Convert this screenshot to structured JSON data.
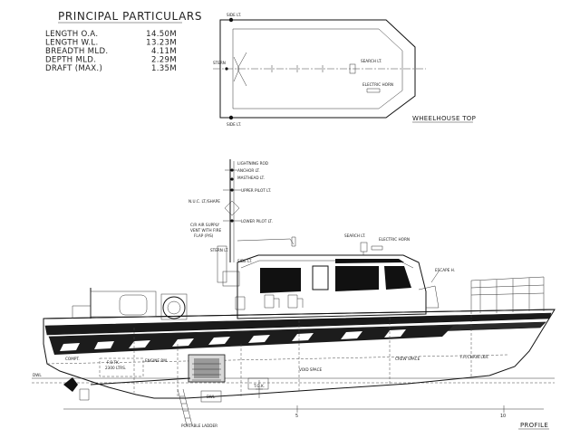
{
  "particulars": {
    "heading": "PRINCIPAL PARTICULARS",
    "rows": [
      {
        "label": "LENGTH O.A.",
        "value": "14.50M"
      },
      {
        "label": "LENGTH W.L.",
        "value": "13.23M"
      },
      {
        "label": "BREADTH MLD.",
        "value": "4.11M"
      },
      {
        "label": "DEPTH MLD.",
        "value": "2.29M"
      },
      {
        "label": "DRAFT (MAX.)",
        "value": "1.35M"
      }
    ]
  },
  "wheelhouse_top": {
    "title": "WHEELHOUSE TOP",
    "labels": {
      "side_lt_top": "SIDE LT.",
      "side_lt_bottom": "SIDE LT.",
      "stern": "STERN",
      "search_lt": "SEARCH LT.",
      "electric_horn": "ELECTRIC HORN"
    }
  },
  "profile": {
    "title": "PROFILE",
    "mast_labels": {
      "lightning_rod": "LIGHTNING ROD",
      "anchor_lt": "ANCHOR LT.",
      "masthead_lt": "MASTHEAD LT.",
      "upper_pilot_lt": "UPPER PILOT LT.",
      "nuc_lt": "N.U.C. LT./SHAPE",
      "lower_pilot_lt": "LOWER PILOT LT.",
      "air_supply": "C/R AIR SUPPLY",
      "vent_fire": "VENT WITH FIRE",
      "flap": "FLAP (P/S)",
      "stern_lt": "STERN LT.",
      "side_lt": "SIDE LT."
    },
    "deck_labels": {
      "search_lt": "SEARCH LT.",
      "electric_horn": "ELECTRIC HORN",
      "escape_h": "ESCAPE H.",
      "fp_chain_lkr": "F.P./CHAIN LKR.",
      "crew_space": "CREW SPACE",
      "void_space": "VOID SPACE",
      "engine_rm": "ENGINE RM.",
      "compt": "COMPT.",
      "fuel_tk": "F.O.TK.",
      "fuel_tk_cap": "2300 LTRS.",
      "portable_ladder": "PORTABLE LADDER",
      "tgk": "T.G.K.",
      "bwl": "BWL",
      "dwl": "DWL"
    },
    "frame_marks": [
      "5",
      "10"
    ]
  }
}
